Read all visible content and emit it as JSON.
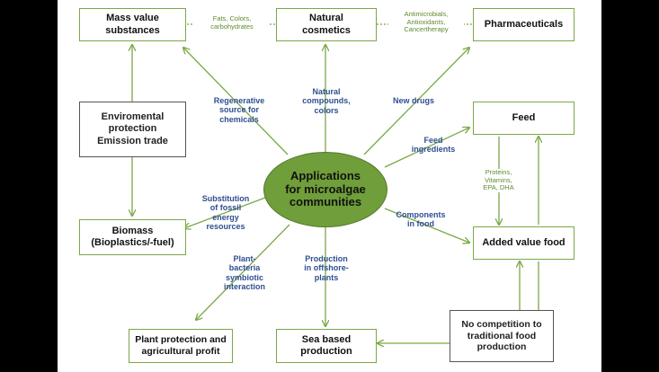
{
  "center": {
    "label": "Applications\nfor microalgae\ncommunities"
  },
  "boxes": {
    "mass_value": "Mass value\nsubstances",
    "cosmetics": "Natural\ncosmetics",
    "pharma": "Pharmaceuticals",
    "env": "Enviromental\nprotection\nEmission trade",
    "biomass": "Biomass\n(Bioplastics/-fuel)",
    "feed": "Feed",
    "added_food": "Added value food",
    "plant_protection": "Plant protection and\nagricultural profit",
    "sea_based": "Sea based\nproduction",
    "no_competition": "No competition to\ntraditional food\nproduction"
  },
  "arrow_labels": {
    "regenerative": "Regenerative\nsource for\nchemicals",
    "natural_compounds": "Natural\ncompounds,\ncolors",
    "new_drugs": "New drugs",
    "feed_ingredients": "Feed\ningredients",
    "substitution": "Substitution\nof fossil\nenergy\nresources",
    "components": "Components\nin food",
    "plant_bacteria": "Plant-\nbacteria\nsymbiotic\ninteraction",
    "offshore": "Production\nin offshore-\nplants"
  },
  "link_labels": {
    "fats": "Fats, Colors,\ncarbohydrates",
    "antimicrobials": "Antimicrobials,\nAntioxidants,\nCancertherapy",
    "proteins": "Proteins,\nVitamins,\nEPA, DHA"
  },
  "colors": {
    "green": "#7aa846",
    "ellipse": "#6f9e3a",
    "blue_text": "#2e4f8f",
    "gray_border": "#555555"
  }
}
